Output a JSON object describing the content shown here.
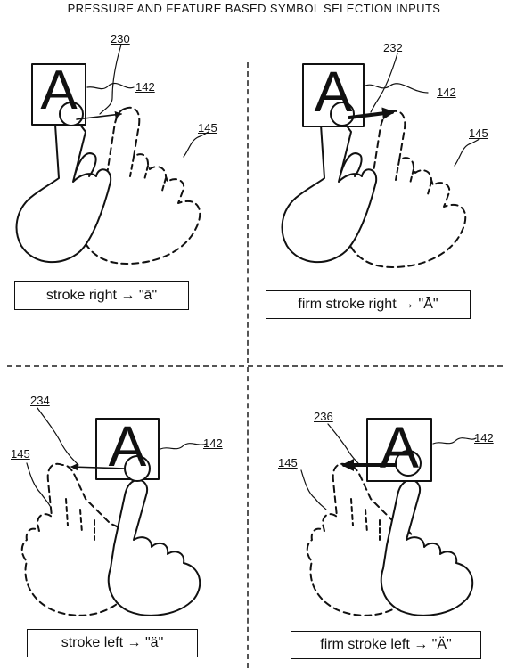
{
  "title": "PRESSURE AND FEATURE BASED SYMBOL SELECTION INPUTS",
  "panels": [
    {
      "ref_a": "230",
      "ref_key": "142",
      "ref_hand": "145",
      "key_letter": "A",
      "caption": "stroke right → \"ā\""
    },
    {
      "ref_a": "232",
      "ref_key": "142",
      "ref_hand": "145",
      "key_letter": "A",
      "caption": "firm stroke right → \"Ā\""
    },
    {
      "ref_a": "234",
      "ref_key": "142",
      "ref_hand": "145",
      "key_letter": "A",
      "caption": "stroke left → \"ä\""
    },
    {
      "ref_a": "236",
      "ref_key": "142",
      "ref_hand": "145",
      "key_letter": "A",
      "caption": "firm stroke left → \"Ä\""
    }
  ]
}
